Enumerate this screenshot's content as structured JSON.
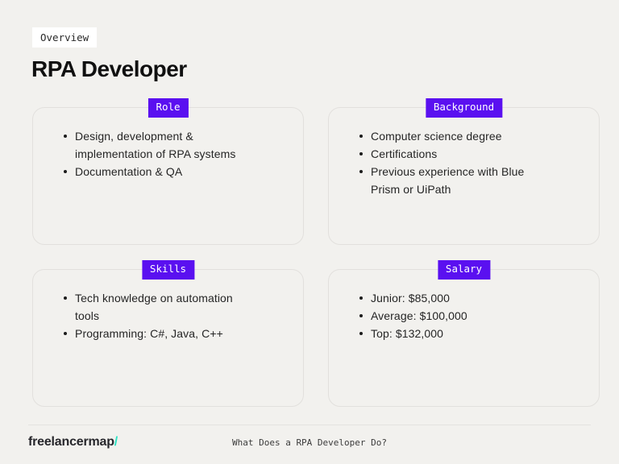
{
  "page": {
    "background_color": "#f2f1ee",
    "accent_color": "#5a10f0",
    "logo_accent_color": "#2be2c3"
  },
  "header": {
    "tag": "Overview",
    "title": "RPA Developer"
  },
  "cards": [
    {
      "badge": "Role",
      "bullets": [
        "Design, development & implementation of RPA systems",
        "Documentation & QA"
      ]
    },
    {
      "badge": "Background",
      "bullets": [
        "Computer science degree",
        "Certifications",
        "Previous experience with Blue Prism or UiPath"
      ]
    },
    {
      "badge": "Skills",
      "bullets": [
        "Tech knowledge on automation tools",
        "Programming: C#, Java, C++"
      ]
    },
    {
      "badge": "Salary",
      "bullets": [
        "Junior: $85,000",
        "Average: $100,000",
        "Top: $132,000"
      ]
    }
  ],
  "footer": {
    "logo_text": "freelancermap",
    "logo_slash": "/",
    "caption": "What Does a RPA Developer Do?"
  }
}
